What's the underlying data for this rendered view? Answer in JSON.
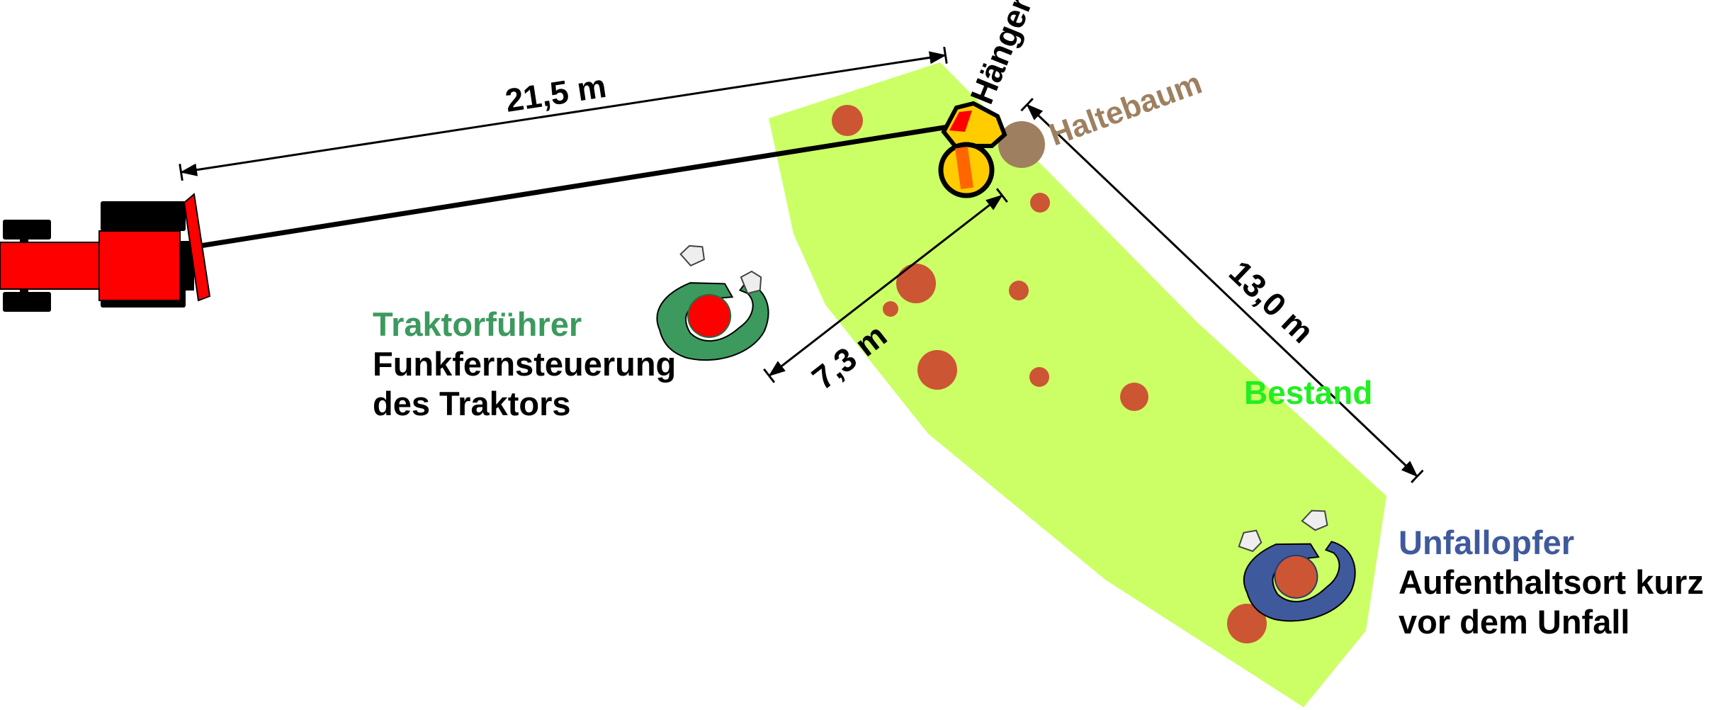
{
  "labels": {
    "distance_tractor_trailer": "21,5 m",
    "distance_driver_trailer": "7,3 m",
    "distance_tree_victim": "13,0 m",
    "trailer": "Hänger",
    "holding_tree": "Haltebaum",
    "stand": "Bestand",
    "driver_role": "Traktorführer",
    "driver_desc_line1": "Funkfernsteuerung",
    "driver_desc_line2": "des Traktors",
    "victim_role": "Unfallopfer",
    "victim_desc_line1": "Aufenthaltsort kurz",
    "victim_desc_line2": "vor dem Unfall"
  },
  "colors": {
    "stand_fill": "#ccff66",
    "tree_dots": "#cc5533",
    "holding_tree": "#9e8060",
    "tractor": "#ff0000",
    "driver_label": "#3c9a5f",
    "victim_label": "#3f5a9c",
    "holding_tree_label": "#9e8060",
    "stand_label": "#22ee22"
  },
  "icons": {
    "tractor": "tractor-icon",
    "trailer": "trailer-icon",
    "person": "person-topview-icon"
  }
}
